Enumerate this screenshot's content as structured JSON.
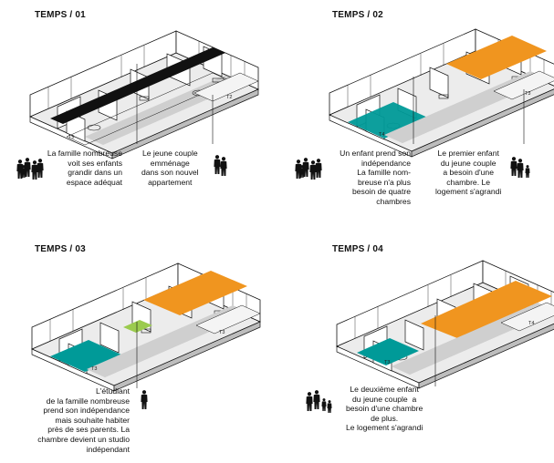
{
  "colors": {
    "teal": "#009a98",
    "orange": "#f0951f",
    "green": "#9bcb4e",
    "ink": "#111111",
    "floor": "#dcdcdc"
  },
  "panels": [
    {
      "title": "TEMPS / 01",
      "captions": [
        "La famille nombreuse\nvoit ses enfants\ngrandir dans un\nespace adéquat",
        "Le jeune couple\nemménage\ndans son nouvel\nappartement"
      ],
      "tags": [
        "T2",
        "T5"
      ],
      "icons": [
        "family-silhouette-icon",
        "couple-silhouette-icon"
      ]
    },
    {
      "title": "TEMPS / 02",
      "captions": [
        "Un enfant prend son\nindépendance\nLa famille nom-\nbreuse n'a plus\nbesoin de quatre\nchambres",
        "Le premier enfant\ndu jeune couple\na besoin d'une\nchambre. Le\nlogement s'agrandi"
      ],
      "tags": [
        "T3",
        "T4"
      ],
      "icons": [
        "family-silhouette-icon",
        "couple-with-child-icon"
      ]
    },
    {
      "title": "TEMPS / 03",
      "captions": [
        "L'étudiant\nde la famille nombreuse\nprend son indépendance\nmais souhaite habiter\nprès de ses parents. La\nchambre devient un studio\nindépendant"
      ],
      "tags": [
        "T3",
        "T3"
      ],
      "icons": [
        "person-silhouette-icon"
      ]
    },
    {
      "title": "TEMPS / 04",
      "captions": [
        "Le deuxième enfant\ndu jeune couple  a\nbesoin d'une chambre\nde plus.\nLe logement s'agrandi"
      ],
      "tags": [
        "T4",
        "T3"
      ],
      "icons": [
        "couple-with-two-children-icon"
      ]
    }
  ]
}
